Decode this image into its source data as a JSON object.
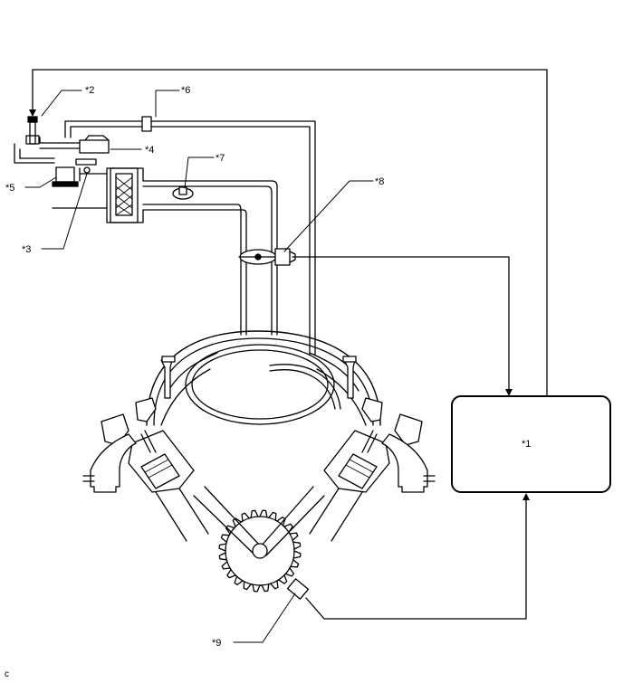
{
  "labels": {
    "ecm": "*1",
    "l2": "*2",
    "l3": "*3",
    "l4": "*4",
    "l5": "*5",
    "l6": "*6",
    "l7": "*7",
    "l8": "*8",
    "l9": "*9"
  },
  "corner_mark": "c"
}
